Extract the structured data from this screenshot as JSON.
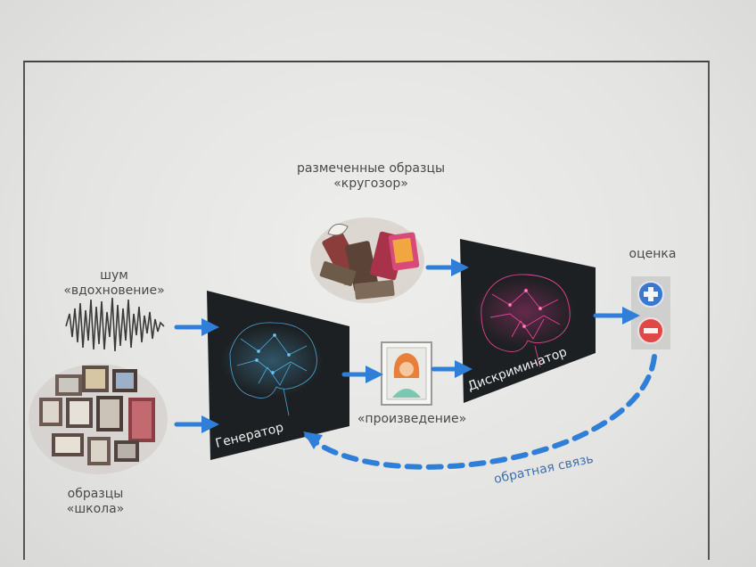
{
  "labels": {
    "labeled_samples_line1": "размеченные образцы",
    "labeled_samples_line2": "«кругозор»",
    "noise_line1": "шум",
    "noise_line2": "«вдохновение»",
    "samples_line1": "образцы",
    "samples_line2": "«школа»",
    "generator": "Генератор",
    "discriminator": "Дискриминатор",
    "artwork": "«произведение»",
    "score": "оценка",
    "feedback": "обратная связь"
  },
  "colors": {
    "arrow": "#2f7fd8",
    "panel": "#1c2022",
    "plus_button": "#3a78d0",
    "minus_button": "#e04848",
    "feedback_text": "#3f6fb0"
  },
  "icons": {
    "score_plus": "plus-icon",
    "score_minus": "minus-icon",
    "artwork": "portrait-icon"
  }
}
